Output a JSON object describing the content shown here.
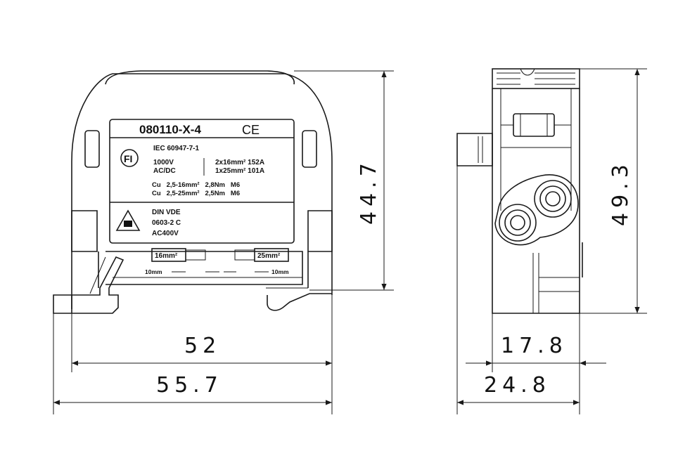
{
  "front_label": {
    "part_number": "080110-X-4",
    "ce_mark": "CE",
    "fi_mark": "FI",
    "standard": "IEC 60947-7-1",
    "voltage": "1000V",
    "current_type": "AC/DC",
    "rating_1": "2x16mm² 152A",
    "rating_2": "1x25mm² 101A",
    "cu_row_1": "Cu   2,5-16mm²   2,8Nm   M6",
    "cu_row_2": "Cu   2,5-25mm²   2,5Nm   M6",
    "din_vde": "DIN VDE",
    "din_number": "0603-2 C",
    "ac_voltage": "AC400V",
    "box_left": "16mm²",
    "box_right": "25mm²",
    "strip_left": "10mm",
    "strip_right": "10mm"
  },
  "dimensions": {
    "front_height": "44.7",
    "front_inner_width": "52",
    "front_outer_width": "55.7",
    "side_height": "49.3",
    "side_inner_width": "17.8",
    "side_outer_width": "24.8"
  }
}
